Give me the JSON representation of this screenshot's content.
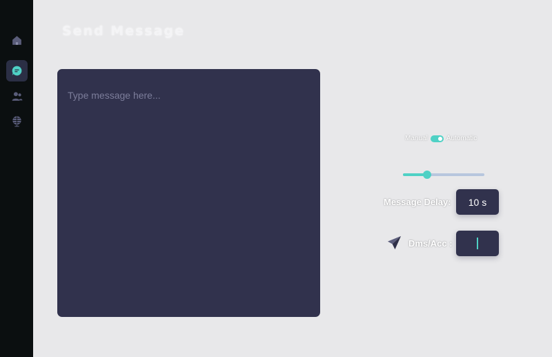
{
  "page": {
    "title": "Send Message"
  },
  "sidebar": {
    "items": [
      {
        "name": "home",
        "icon": "home-icon",
        "active": false
      },
      {
        "name": "messages",
        "icon": "chat-bubble-icon",
        "active": true
      },
      {
        "name": "users",
        "icon": "users-icon",
        "active": false
      },
      {
        "name": "network",
        "icon": "globe-icon",
        "active": false
      }
    ]
  },
  "message": {
    "placeholder": "Type message here..."
  },
  "mode": {
    "left_label": "Manual",
    "right_label": "Automatic",
    "selected": "Automatic"
  },
  "delay_slider": {
    "level": 0.3
  },
  "message_delay": {
    "label": "Message Delay:",
    "value": "10 s"
  },
  "dms": {
    "label": "Dms/Acc :",
    "value": ""
  },
  "colors": {
    "accent": "#4fd1c5",
    "panel": "#31324d",
    "sidebar": "#0b0f10",
    "background": "#e8e8ea"
  }
}
